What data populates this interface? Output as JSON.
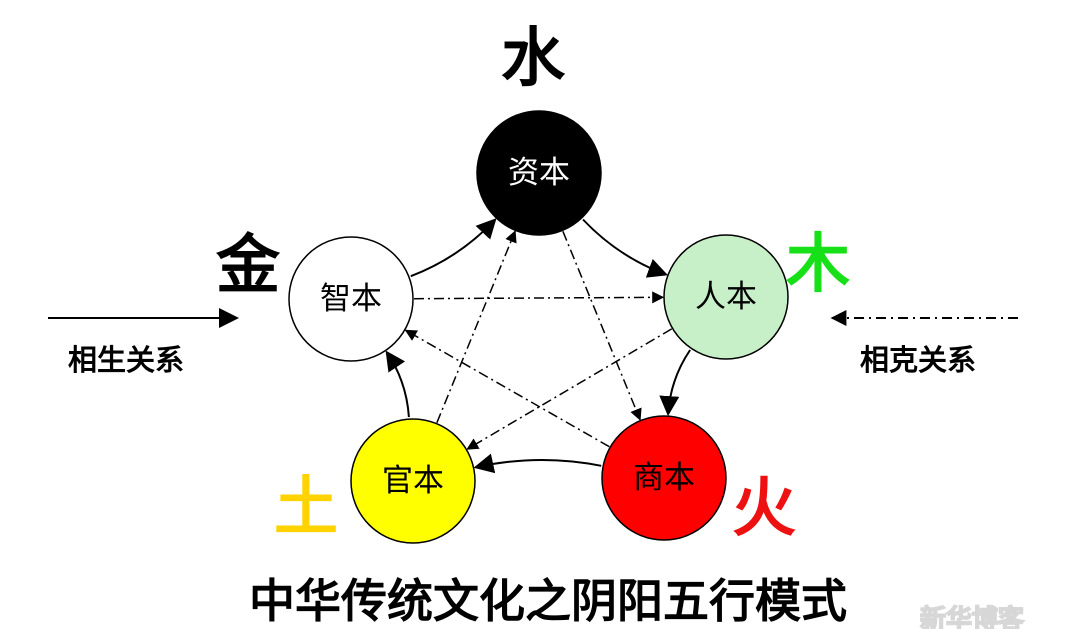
{
  "title": "中华传统文化之阴阳五行模式",
  "nodes": [
    {
      "id": "water",
      "label": "资本",
      "element": "水",
      "fill": "#000000",
      "text_color": "#ffffff",
      "element_color": "#000000"
    },
    {
      "id": "wood",
      "label": "人本",
      "element": "木",
      "fill": "#c8f0c8",
      "text_color": "#000000",
      "element_color": "#18e018"
    },
    {
      "id": "fire",
      "label": "商本",
      "element": "火",
      "fill": "#ff0000",
      "text_color": "#000000",
      "element_color": "#ee1111"
    },
    {
      "id": "earth",
      "label": "官本",
      "element": "土",
      "fill": "#ffff00",
      "text_color": "#000000",
      "element_color": "#ffd200"
    },
    {
      "id": "metal",
      "label": "智本",
      "element": "金",
      "fill": "#ffffff",
      "text_color": "#000000",
      "element_color": "#000000"
    }
  ],
  "legend": {
    "generating_label": "相生关系",
    "overcoming_label": "相克关系"
  },
  "relations": {
    "generating": [
      [
        "water",
        "wood"
      ],
      [
        "wood",
        "fire"
      ],
      [
        "fire",
        "earth"
      ],
      [
        "earth",
        "metal"
      ],
      [
        "metal",
        "water"
      ]
    ],
    "overcoming": [
      [
        "water",
        "fire"
      ],
      [
        "fire",
        "metal"
      ],
      [
        "metal",
        "wood"
      ],
      [
        "wood",
        "earth"
      ],
      [
        "earth",
        "water"
      ]
    ]
  },
  "watermark": "新华博客"
}
